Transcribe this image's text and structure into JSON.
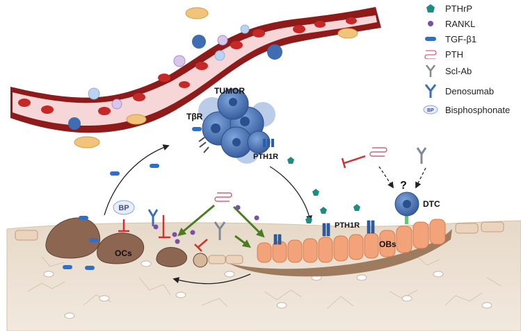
{
  "legend": [
    {
      "label": "PTHrP",
      "icon": "pthrp-pentagon-icon",
      "color": "#1c8c84"
    },
    {
      "label": "RANKL",
      "icon": "rankl-dot-icon",
      "color": "#7a4fa8"
    },
    {
      "label": "TGF-β1",
      "icon": "tgf-beta1-capsule-icon",
      "color": "#2f6fc7"
    },
    {
      "label": "PTH",
      "icon": "pth-squiggle-icon",
      "color": "#d9607a"
    },
    {
      "label": "Scl-Ab",
      "icon": "scl-ab-antibody-icon",
      "color": "#7f8a96"
    },
    {
      "label": "Denosumab",
      "icon": "denosumab-antibody-icon",
      "color": "#3b6fb8"
    },
    {
      "label": "Bisphosphonate",
      "icon": "bisphosphonate-badge-icon",
      "badge": "BP",
      "color": "#4a6fa5"
    }
  ],
  "labels": {
    "tumor": "TUMOR",
    "tbr": "TβR",
    "pth1r_tumor": "PTH1R",
    "bp": "BP",
    "ocs": "OCs",
    "pth1r_bone": "PTH1R",
    "obs": "OBs",
    "question": "?",
    "dtc": "DTC"
  },
  "colors": {
    "vessel_wall": "#8e1a1a",
    "vessel_lumen": "#f6d6d6",
    "rbc": "#c62828",
    "tumor": "#4a76b8",
    "bone_matrix": "#e9ddce",
    "osteoblast": "#f3a37a",
    "osteoclast": "#8c6650",
    "inhibit": "#d32f2f",
    "stimulate": "#4a7d1f",
    "arrow": "#222222"
  }
}
